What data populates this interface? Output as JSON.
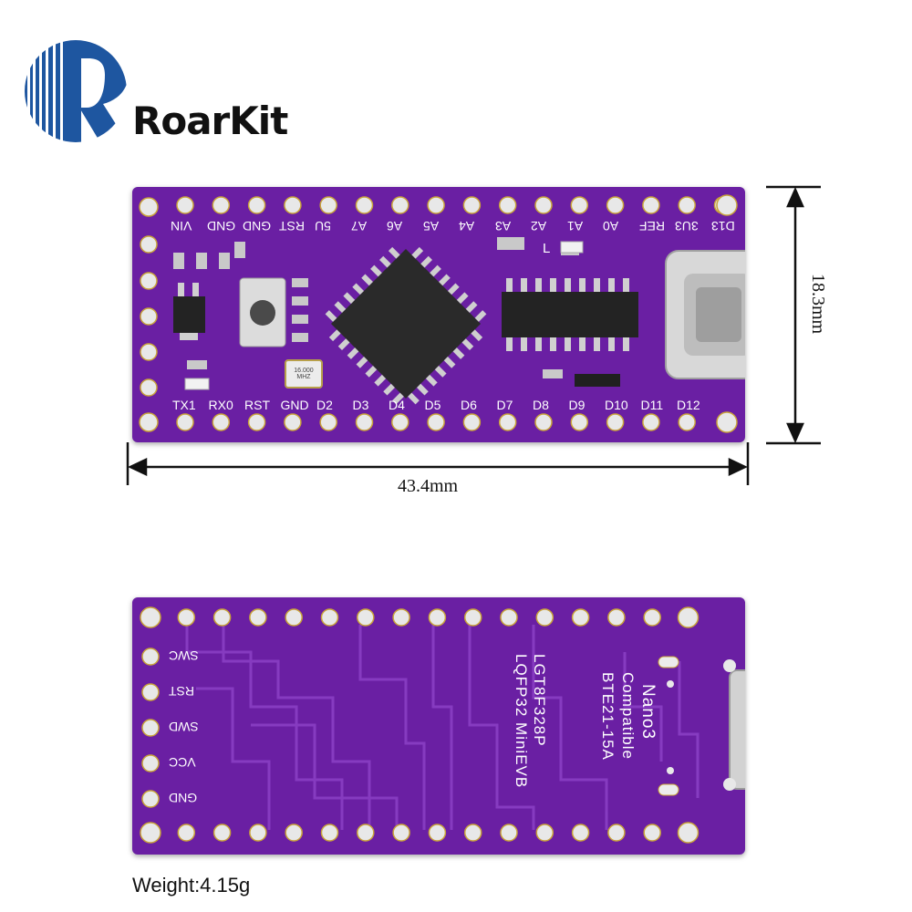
{
  "brand": {
    "name": "RoarKit",
    "accent": "#1e56a0"
  },
  "board_top": {
    "top_pin_labels": [
      "VIN",
      "GND",
      "GND",
      "RST",
      "5U",
      "A7",
      "A6",
      "A5",
      "A4",
      "A3",
      "A2",
      "A1",
      "A0",
      "REF",
      "3U3",
      "D13"
    ],
    "bottom_pin_labels": [
      "TX1",
      "RX0",
      "RST",
      "GND",
      "D2",
      "D3",
      "D4",
      "D5",
      "D6",
      "D7",
      "D8",
      "D9",
      "D10",
      "D11",
      "D12"
    ],
    "led_label": "L",
    "crystal_label": "16.000 MHZ",
    "pcb_color": "#6a1fa3"
  },
  "board_bottom": {
    "side_labels": [
      "SWC",
      "RST",
      "SWD",
      "VCC",
      "GND"
    ],
    "text_lines": [
      "LGT8F328P",
      "LQFP32 MiniEVB",
      "Nano3",
      "Compatible",
      "BTE21-15A"
    ]
  },
  "dimensions": {
    "length": "43.4mm",
    "width": "18.3mm"
  },
  "weight": "Weight:4.15g"
}
